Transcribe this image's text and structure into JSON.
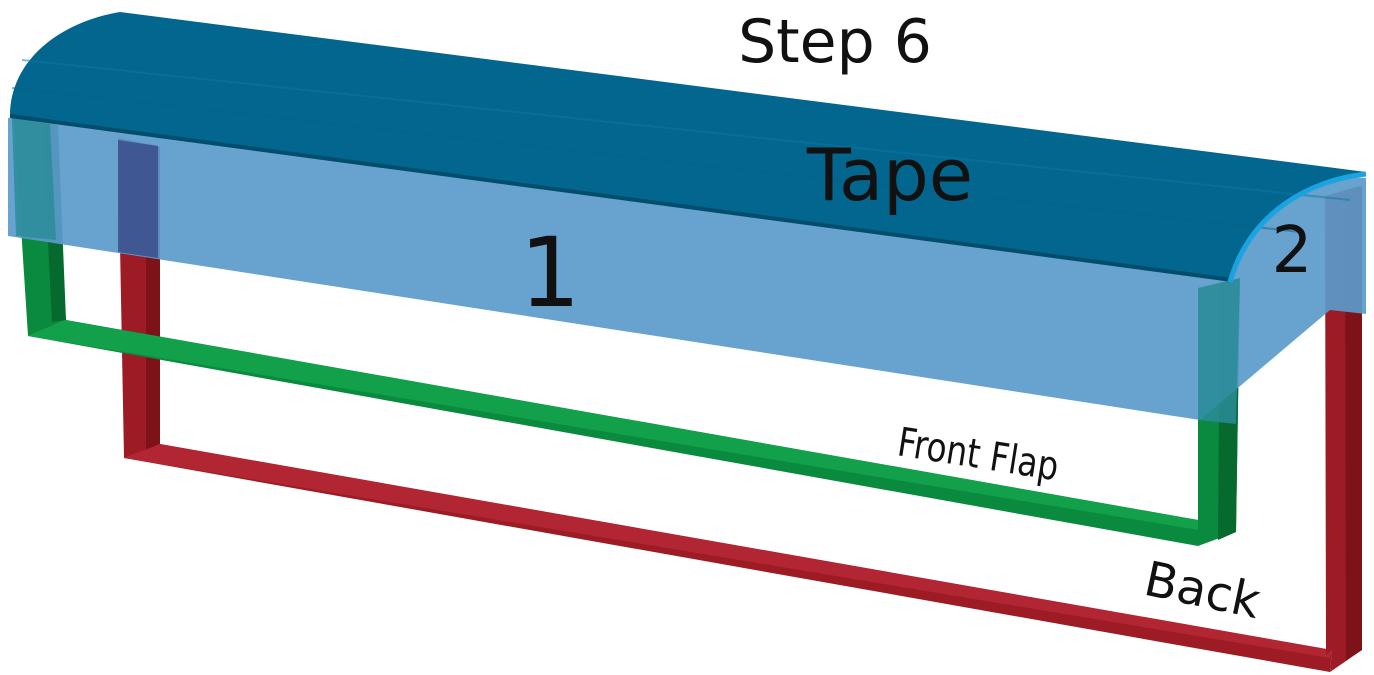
{
  "diagram": {
    "title": "Step 6",
    "labels": {
      "tape": "Tape",
      "section_1": "1",
      "section_2": "2",
      "front_flap": "Front Flap",
      "back": "Back"
    },
    "colors": {
      "tape_top": "#03668e",
      "tape_overlay": "#5b9acb",
      "tape_edge": "#1aa3e0",
      "front_frame": "#0a8a3e",
      "back_frame": "#9c1b24",
      "label_text": "#111111"
    }
  }
}
